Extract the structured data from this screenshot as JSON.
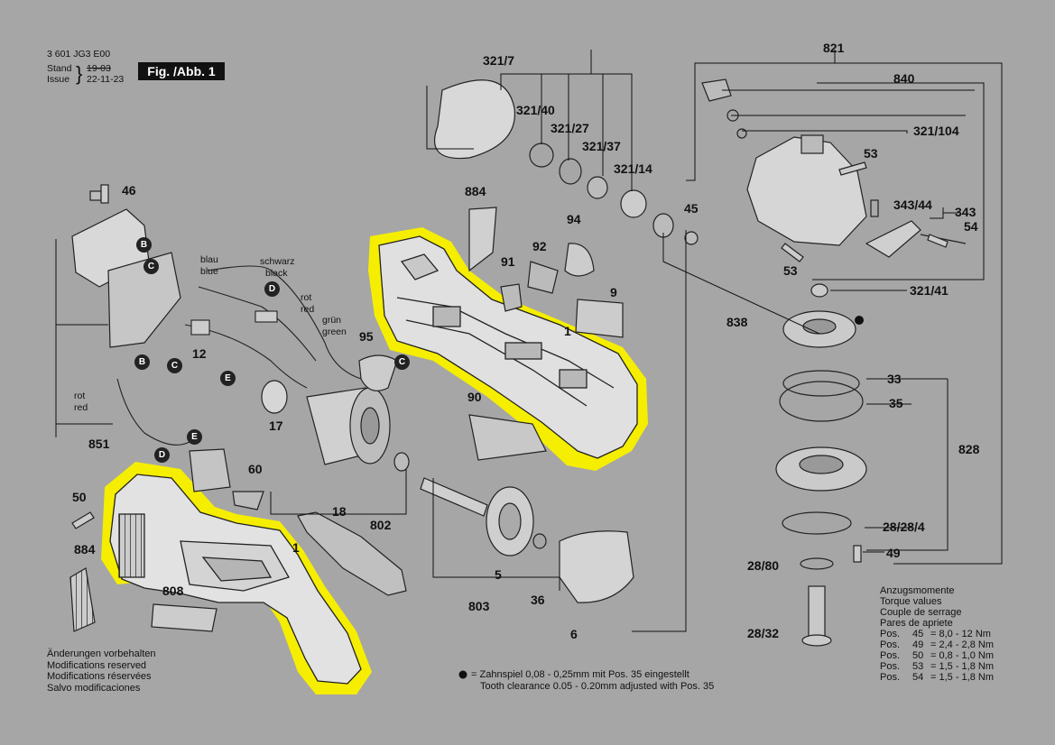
{
  "header": {
    "doc_number": "3 601 JG3 E00",
    "stand_label": "Stand",
    "stand_value": "19-03",
    "issue_label": "Issue",
    "issue_value": "22-11-23",
    "figure_label": "Fig. /Abb. 1"
  },
  "wire_labels": {
    "blue_de": "blau",
    "blue_en": "blue",
    "black_de": "schwarz",
    "black_en": "black",
    "red_de": "rot",
    "red_en": "red",
    "green_de": "grün",
    "green_en": "green",
    "red2_de": "rot",
    "red2_en": "red"
  },
  "part_numbers": {
    "p821": "821",
    "p840": "840",
    "p321_7": "321/7",
    "p321_40": "321/40",
    "p321_27": "321/27",
    "p321_37": "321/37",
    "p321_14": "321/14",
    "p321_104": "321/104",
    "p53a": "53",
    "p53b": "53",
    "p343_44": "343/44",
    "p343": "343",
    "p54": "54",
    "p45": "45",
    "p884a": "884",
    "p884b": "884",
    "p94": "94",
    "p92": "92",
    "p91": "91",
    "p9": "9",
    "p1a": "1",
    "p1b": "1",
    "p838": "838",
    "p321_41": "321/41",
    "p46": "46",
    "p12": "12",
    "p95": "95",
    "p17": "17",
    "p90": "90",
    "p851": "851",
    "p33": "33",
    "p35": "35",
    "p828": "828",
    "p28_28_4": "28/28/4",
    "p49": "49",
    "p28_80": "28/80",
    "p28_32": "28/32",
    "p50": "50",
    "p60": "60",
    "p18": "18",
    "p802": "802",
    "p5": "5",
    "p803": "803",
    "p36": "36",
    "p6": "6",
    "p808": "808"
  },
  "badges": {
    "b_top": "B",
    "c_top": "C",
    "d_mid": "D",
    "b_left": "B",
    "c_left": "C",
    "e_left": "E",
    "c_housing": "C",
    "d_low": "D",
    "e_low": "E"
  },
  "notes": {
    "changes": [
      "Änderungen vorbehalten",
      "Modifications reserved",
      "Modifications réservées",
      "Salvo modificaciones"
    ],
    "clearance_symbol_text": "=",
    "clearance_de": "Zahnspiel 0,08 - 0,25mm mit Pos. 35 eingestellt",
    "clearance_en": "Tooth clearance 0.05 - 0.20mm adjusted with Pos. 35"
  },
  "torque": {
    "title": [
      "Anzugsmomente",
      "Torque values",
      "Couple de serrage",
      "Pares de apriete"
    ],
    "rows": [
      {
        "pos": "Pos.",
        "item": "45",
        "value": "= 8,0 - 12  Nm"
      },
      {
        "pos": "Pos.",
        "item": "49",
        "value": "= 2,4 - 2,8 Nm"
      },
      {
        "pos": "Pos.",
        "item": "50",
        "value": "= 0,8 - 1,0 Nm"
      },
      {
        "pos": "Pos.",
        "item": "53",
        "value": "= 1,5 - 1,8 Nm"
      },
      {
        "pos": "Pos.",
        "item": "54",
        "value": "= 1,5 - 1,8 Nm"
      }
    ]
  },
  "colors": {
    "background": "#a6a6a6",
    "highlight": "#f5ee00",
    "ink": "#111111"
  }
}
